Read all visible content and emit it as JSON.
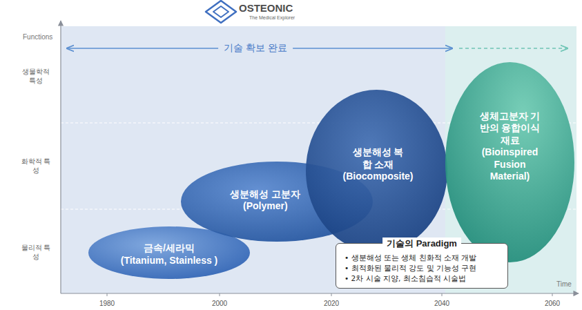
{
  "diagram": {
    "nodes": [
      {
        "text": [
          "금속/세라믹",
          "(Titanium, Stainless )"
        ]
      },
      {
        "text": [
          "생분해성 고분자",
          "(Polymer)"
        ]
      },
      {
        "text": [
          "생분해성 복합 소재",
          "(Biocomposite)"
        ]
      },
      {
        "text": [
          "생체고분자 기반의 융합이식 재료",
          "(Bioinspired Fusion Material)"
        ]
      },
      {
        "text": [
          "기술의 Paradigm",
          "• 생분해성 또는 생체 친화적 소재 개발",
          "• 최적화된 물리적 강도 및 기능성 구현",
          "• 2차 시술 지양, 최소침습적 시술법"
        ]
      }
    ],
    "labels": [
      "OSTEONIC",
      "The Medical Explorer",
      "Functions",
      "생물학적 특성",
      "화학적 특성",
      "물리적 특성",
      "기술 확보 완료",
      "1980",
      "2000",
      "2020",
      "2040",
      "2060",
      "Time"
    ]
  }
}
